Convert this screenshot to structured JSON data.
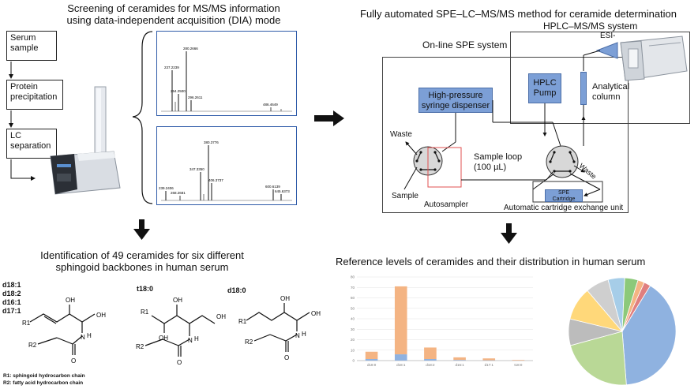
{
  "left_panel": {
    "title_line1": "Screening of ceramides for MS/MS information",
    "title_line2": "using data-independent acquisition (DIA) mode",
    "steps": [
      {
        "line1": "Serum",
        "line2": "sample"
      },
      {
        "line1": "Protein",
        "line2": "precipitation"
      },
      {
        "line1": "LC",
        "line2": "separation"
      }
    ],
    "spectrum_top": {
      "labels": [
        "280.2666",
        "237.2239",
        "254.2500",
        "296.2611",
        "486.4649"
      ]
    },
    "spectrum_bottom": {
      "labels": [
        "380.3776",
        "347.3350",
        "406.3737",
        "239.2406",
        "268.2681",
        "600.6139",
        "645.6373"
      ]
    }
  },
  "right_panel": {
    "title": "Fully automated SPE–LC–MS/MS method for ceramide determination",
    "hplc_title": "HPLC–MS/MS system",
    "esi_label": "ESI-",
    "online_spe_title": "On-line SPE system",
    "dispenser_label_line1": "High-pressure",
    "dispenser_label_line2": "syringe dispenser",
    "hplc_pump_line1": "HPLC",
    "hplc_pump_line2": "Pump",
    "column_line1": "Analytical",
    "column_line2": "column",
    "waste_left": "Waste",
    "waste_right": "Waste",
    "sample_loop_line1": "Sample loop",
    "sample_loop_line2": "(100 µL)",
    "sample_label": "Sample",
    "autosampler_label": "Autosampler",
    "spe_line1": "SPE",
    "spe_line2": "Cartridge",
    "cartridge_unit_label": "Automatic cartridge exchange unit"
  },
  "bottom_left": {
    "title_line1": "Identification of 49 ceramides for six different",
    "title_line2": "sphingoid backbones in human serum",
    "backbones_group1": [
      "d18:1",
      "d18:2",
      "d16:1",
      "d17:1"
    ],
    "backbone_t18": "t18:0",
    "backbone_d18_0": "d18:0",
    "atoms": {
      "oh": "OH",
      "h": "H",
      "n": "N",
      "o": "O",
      "r1": "R1",
      "r2": "R2"
    },
    "legend_r1": "R1: sphingoid hydrocarbon chain",
    "legend_r2": "R2: fatty acid hydrocarbon chain"
  },
  "bottom_right": {
    "title": "Reference levels of ceramides and their distribution in human serum"
  },
  "chart_data": [
    {
      "type": "bar",
      "stacked": true,
      "categories": [
        "d18:0",
        "d18:1",
        "d18:2",
        "d16:1",
        "d17:1",
        "t18:0"
      ],
      "series": [
        {
          "values": [
            1.5,
            6,
            1.5,
            0.6,
            0.3,
            0.1
          ],
          "color": "#8fb2e0"
        },
        {
          "values": [
            7,
            65,
            11,
            2.5,
            1.8,
            0.5
          ],
          "color": "#f4b483"
        }
      ],
      "ylim": [
        0,
        80
      ],
      "yticks": [
        0,
        10,
        20,
        30,
        40,
        50,
        60,
        70,
        80
      ],
      "grid": true
    },
    {
      "type": "pie",
      "slices": [
        {
          "value": 40,
          "color": "#8fb2e0"
        },
        {
          "value": 22,
          "color": "#b9d896"
        },
        {
          "value": 8,
          "color": "#bcbcbc"
        },
        {
          "value": 10,
          "color": "#ffd87a"
        },
        {
          "value": 7,
          "color": "#cfcfcf"
        },
        {
          "value": 5,
          "color": "#a6cde8"
        },
        {
          "value": 4,
          "color": "#8cc97a"
        },
        {
          "value": 2,
          "color": "#f4b483"
        },
        {
          "value": 2,
          "color": "#e07f7f"
        }
      ]
    }
  ],
  "colors": {
    "spectrum_frame": "#2e5aa8",
    "blue_box": "#7c9fd6",
    "loop_red": "#e05050"
  }
}
